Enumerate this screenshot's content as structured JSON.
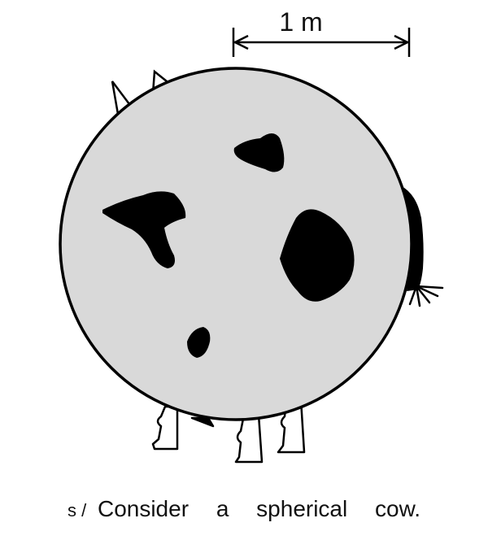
{
  "figure": {
    "scale_label": "1 m",
    "caption_prefix": "s /",
    "caption_words": [
      "Consider",
      "a",
      "spherical",
      "cow."
    ]
  },
  "colors": {
    "body_fill": "#d9d9d9",
    "outline": "#000000",
    "spots": "#000000",
    "background": "#ffffff"
  }
}
